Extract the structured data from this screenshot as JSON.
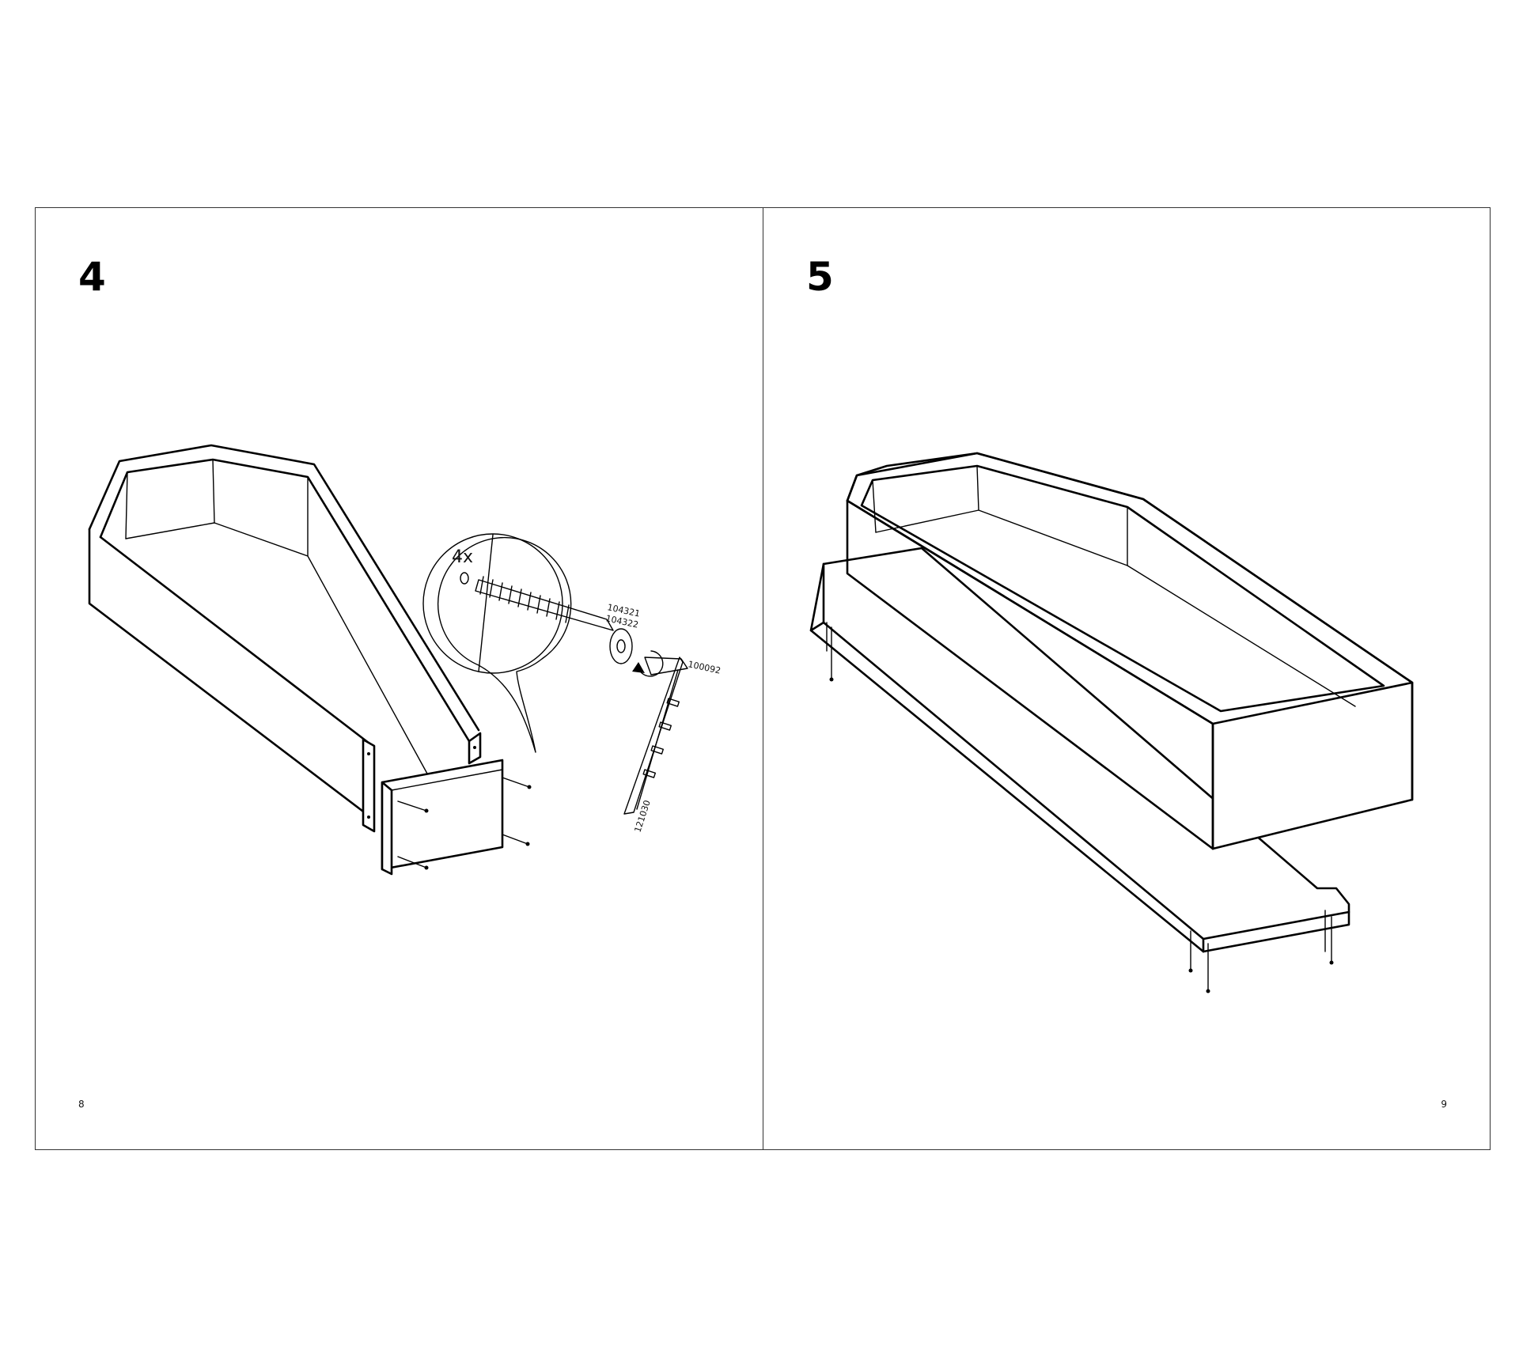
{
  "spread": {
    "left_page": {
      "step": "4",
      "page_number": "8",
      "callout": {
        "quantity": "4x",
        "part_numbers": [
          "104321",
          "104322"
        ],
        "tool_numbers": [
          "100092",
          "121030"
        ]
      }
    },
    "right_page": {
      "step": "5",
      "page_number": "9"
    }
  }
}
